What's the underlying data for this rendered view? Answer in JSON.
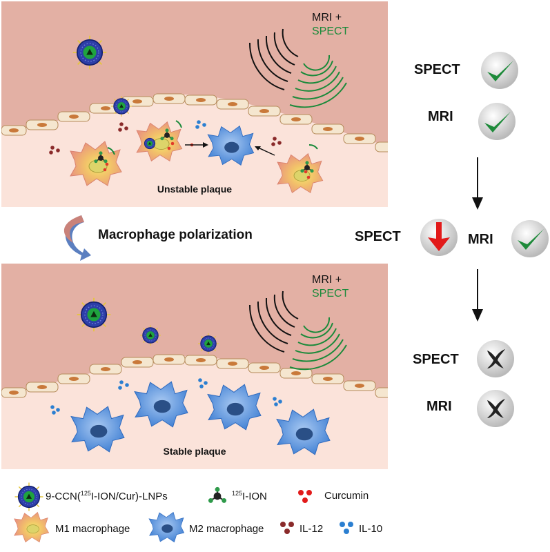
{
  "panels": {
    "top": {
      "mri_line1": "MRI +",
      "mri_line2": "SPECT",
      "label": "Unstable plaque"
    },
    "bottom": {
      "mri_line1": "MRI +",
      "mri_line2": "SPECT",
      "label": "Stable plaque"
    }
  },
  "polarization_label": "Macrophage polarization",
  "status": {
    "spect_1": "SPECT",
    "mri_1": "MRI",
    "spect_2": "SPECT",
    "mri_2": "MRI",
    "spect_3": "SPECT",
    "mri_3": "MRI"
  },
  "legend": {
    "lnp_prefix": "9-CCN(",
    "lnp_sup": "125",
    "lnp_suffix": "I-ION/Cur)-LNPs",
    "ion_sup": "125",
    "ion_label": "I-ION",
    "curcumin": "Curcumin",
    "m1": "M1 macrophage",
    "m2": "M2 macrophage",
    "il12": "IL-12",
    "il10": "IL-10"
  },
  "colors": {
    "vessel": "#e3b0a4",
    "plaque": "#fbe3da",
    "check": "#1e8a3a",
    "spect_green": "#1a8a3a",
    "down_arrow": "#e21a1a",
    "m2_blue": "#4a86d6",
    "m1_pink": "#e8917f"
  }
}
